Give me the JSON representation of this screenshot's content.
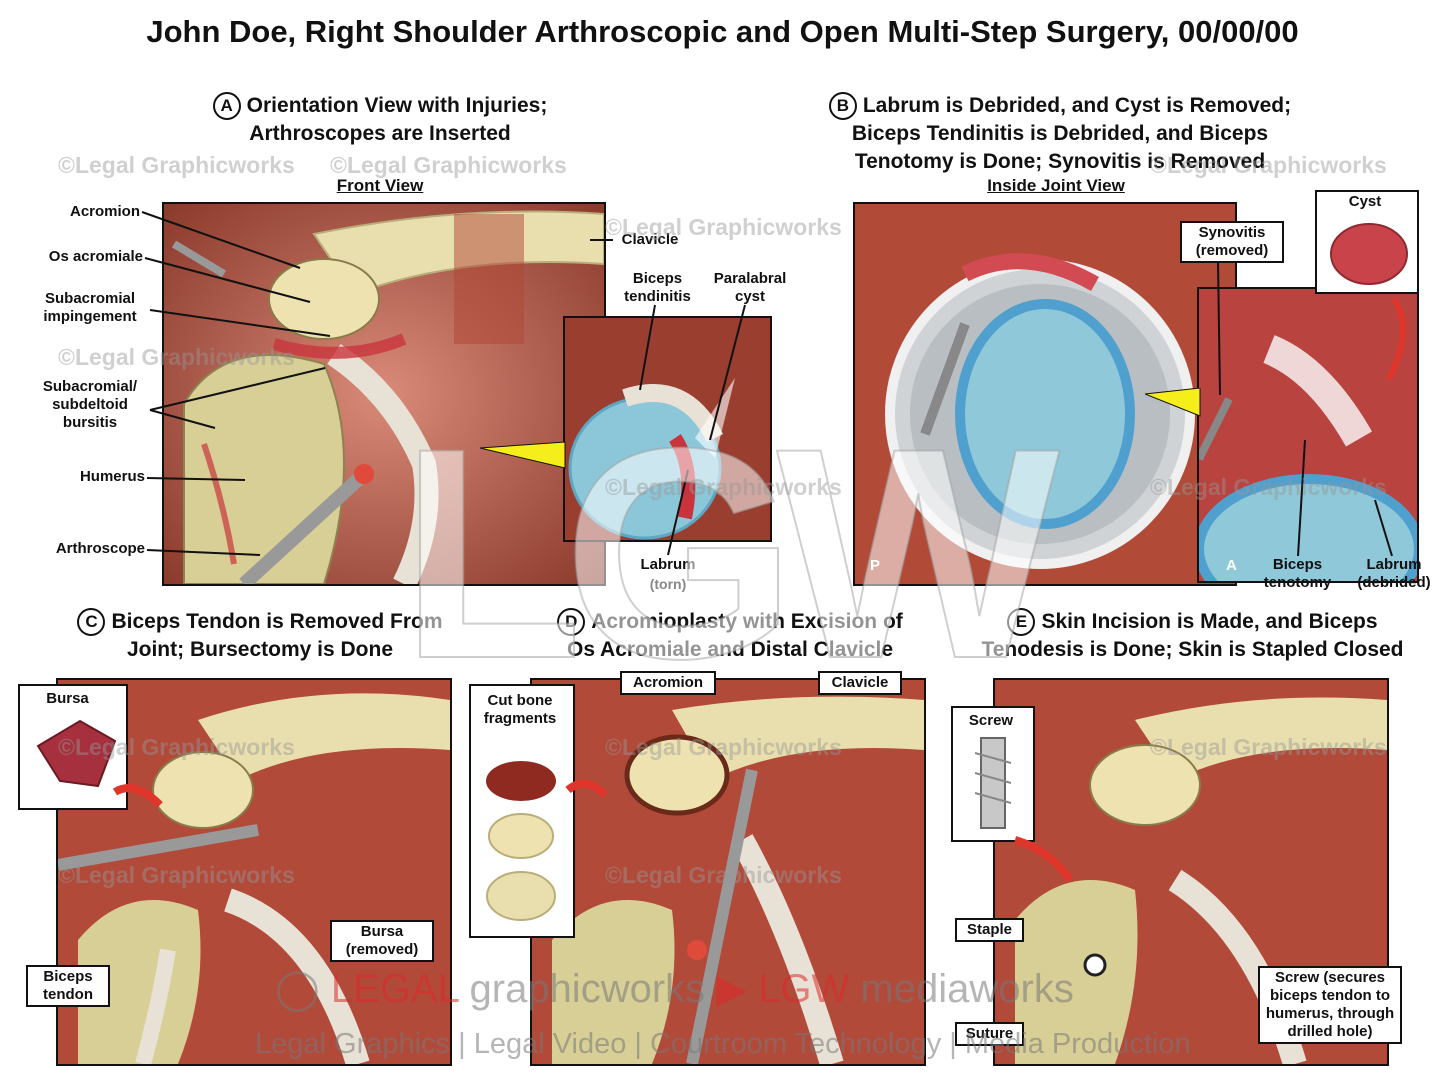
{
  "title": "John Doe, Right Shoulder Arthroscopic and Open Multi-Step Surgery, 00/00/00",
  "panels": {
    "A": {
      "letter": "A",
      "title_line1": "Orientation View with Injuries;",
      "title_line2": "Arthroscopes are Inserted",
      "view": "Front View",
      "labels": {
        "acromion": "Acromion",
        "os_acromiale": "Os acromiale",
        "subacromial_impingement": "Subacromial impingement",
        "bursitis": "Subacromial/ subdeltoid bursitis",
        "humerus": "Humerus",
        "arthroscope": "Arthroscope",
        "clavicle": "Clavicle",
        "biceps_tendinitis": "Biceps tendinitis",
        "paralabral_cyst": "Paralabral cyst",
        "labrum": "Labrum",
        "labrum_note": "(torn)"
      }
    },
    "B": {
      "letter": "B",
      "title_line1": "Labrum is Debrided, and Cyst is Removed;",
      "title_line2": "Biceps Tendinitis is Debrided, and Biceps",
      "title_line3": "Tenotomy is Done; Synovitis is Removed",
      "view": "Inside Joint View",
      "labels": {
        "cyst": "Cyst",
        "synovitis": "Synovitis",
        "synovitis_note": "(removed)",
        "p_marker": "P",
        "a_marker": "A",
        "biceps_tenotomy": "Biceps tenotomy",
        "labrum": "Labrum",
        "labrum_note": "(debrided)"
      }
    },
    "C": {
      "letter": "C",
      "title_line1": "Biceps Tendon is Removed From",
      "title_line2": "Joint; Bursectomy is Done",
      "labels": {
        "bursa": "Bursa",
        "bursa_removed": "Bursa",
        "bursa_removed_note": "(removed)",
        "biceps_tendon": "Biceps tendon"
      }
    },
    "D": {
      "letter": "D",
      "title_line1": "Acromioplasty with Excision of",
      "title_line2": "Os Acromiale and Distal Clavicle",
      "labels": {
        "cut_bone": "Cut bone fragments",
        "acromion": "Acromion",
        "clavicle": "Clavicle"
      }
    },
    "E": {
      "letter": "E",
      "title_line1": "Skin Incision is Made, and Biceps",
      "title_line2": "Tenodesis is Done; Skin is Stapled Closed",
      "labels": {
        "screw": "Screw",
        "staple": "Staple",
        "suture": "Suture",
        "screw_note": "Screw (secures biceps tendon to humerus, through drilled hole)"
      }
    }
  },
  "watermark": {
    "text": "©Legal Graphicworks",
    "logo": "LGW"
  },
  "footer": {
    "brand_legal": "LEGAL",
    "brand_graphicworks": "graphicworks",
    "brand_lgw": "LGW",
    "brand_mediaworks": "mediaworks",
    "services": "Legal Graphics | Legal Video | Courtroom Technology | Media Production"
  },
  "colors": {
    "bone": "#e9dfae",
    "tissue_red": "#c9343c",
    "muscle": "#a04a3a",
    "cartilage_blue": "#7fc3e0",
    "tendon": "#e8e2d6",
    "arrow_red": "#e0352b",
    "pointer_yellow": "#f5ee1a"
  }
}
